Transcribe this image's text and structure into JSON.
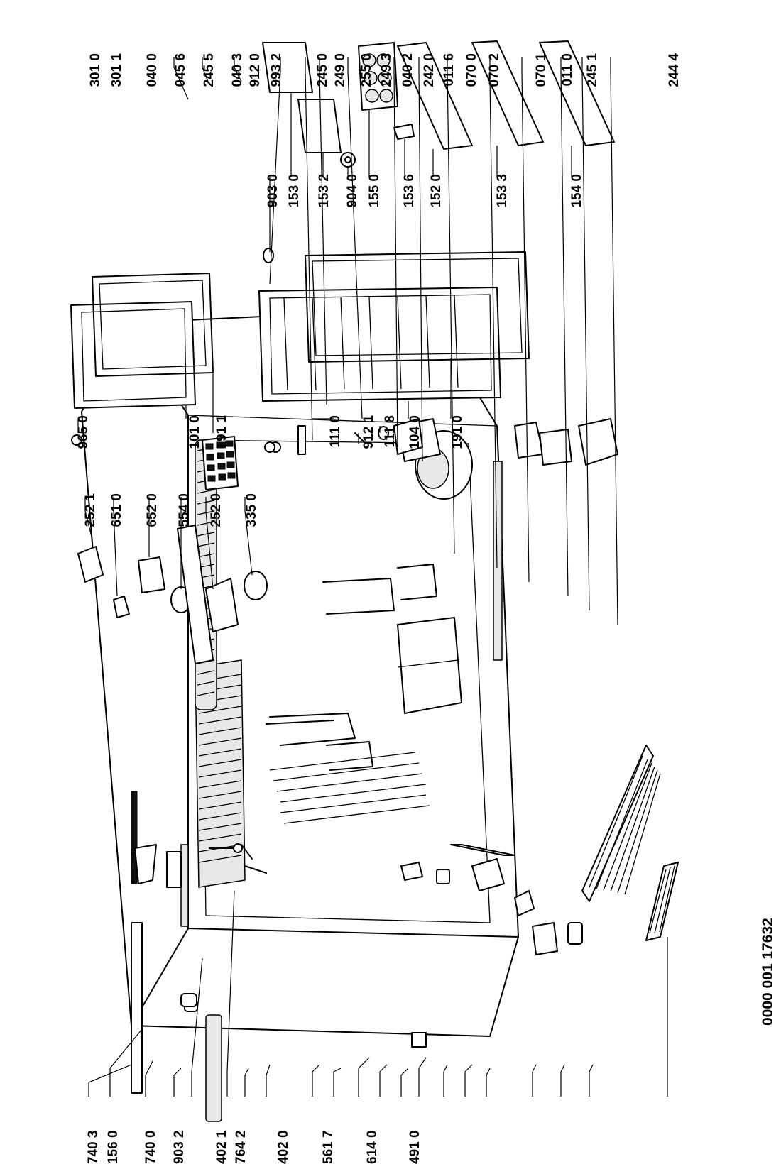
{
  "document_id": "0000 001 17632",
  "labels": [
    {
      "key": "301_0",
      "text": "301 0"
    },
    {
      "key": "301_1",
      "text": "301 1"
    },
    {
      "key": "040_0",
      "text": "040 0"
    },
    {
      "key": "045_6",
      "text": "045 6"
    },
    {
      "key": "245_5",
      "text": "245 5"
    },
    {
      "key": "040_3",
      "text": "040 3"
    },
    {
      "key": "912_0",
      "text": "912 0"
    },
    {
      "key": "993_2",
      "text": "993 2"
    },
    {
      "key": "245_0",
      "text": "245 0"
    },
    {
      "key": "249_0",
      "text": "249 0"
    },
    {
      "key": "255_0",
      "text": "255 0"
    },
    {
      "key": "249_3",
      "text": "249 3"
    },
    {
      "key": "040_2",
      "text": "040 2"
    },
    {
      "key": "242_0",
      "text": "242 0"
    },
    {
      "key": "011_6",
      "text": "011 6"
    },
    {
      "key": "070_0",
      "text": "070 0"
    },
    {
      "key": "070_2",
      "text": "070 2"
    },
    {
      "key": "070_1",
      "text": "070 1"
    },
    {
      "key": "011_0",
      "text": "011 0"
    },
    {
      "key": "245_1",
      "text": "245 1"
    },
    {
      "key": "244_4",
      "text": "244 4"
    },
    {
      "key": "740_3",
      "text": "740 3"
    },
    {
      "key": "156_0",
      "text": "156 0"
    },
    {
      "key": "740_0",
      "text": "740 0"
    },
    {
      "key": "903_2",
      "text": "903 2"
    },
    {
      "key": "402_1",
      "text": "402 1"
    },
    {
      "key": "764_2",
      "text": "764 2"
    },
    {
      "key": "402_0",
      "text": "402 0"
    },
    {
      "key": "561_7",
      "text": "561 7"
    },
    {
      "key": "614_0",
      "text": "614 0"
    },
    {
      "key": "491_0",
      "text": "491 0"
    },
    {
      "key": "252_1",
      "text": "252 1"
    },
    {
      "key": "651_0",
      "text": "651 0"
    },
    {
      "key": "652_0",
      "text": "652 0"
    },
    {
      "key": "554_0",
      "text": "554 0"
    },
    {
      "key": "252_0",
      "text": "252 0"
    },
    {
      "key": "335_0",
      "text": "335 0"
    },
    {
      "key": "965_0",
      "text": "965 0"
    },
    {
      "key": "101_0",
      "text": "101 0"
    },
    {
      "key": "191_1",
      "text": "191 1"
    },
    {
      "key": "111_0",
      "text": "111 0"
    },
    {
      "key": "912_1",
      "text": "912 1"
    },
    {
      "key": "111_8",
      "text": "111 8"
    },
    {
      "key": "104_0",
      "text": "104 0"
    },
    {
      "key": "191_0",
      "text": "191 0"
    },
    {
      "key": "903_0",
      "text": "903 0"
    },
    {
      "key": "153_0",
      "text": "153 0"
    },
    {
      "key": "153_2",
      "text": "153 2"
    },
    {
      "key": "904_0",
      "text": "904 0"
    },
    {
      "key": "155_0",
      "text": "155 0"
    },
    {
      "key": "153_6",
      "text": "153 6"
    },
    {
      "key": "152_0",
      "text": "152 0"
    },
    {
      "key": "153_3",
      "text": "153 3"
    },
    {
      "key": "154_0",
      "text": "154 0"
    }
  ]
}
